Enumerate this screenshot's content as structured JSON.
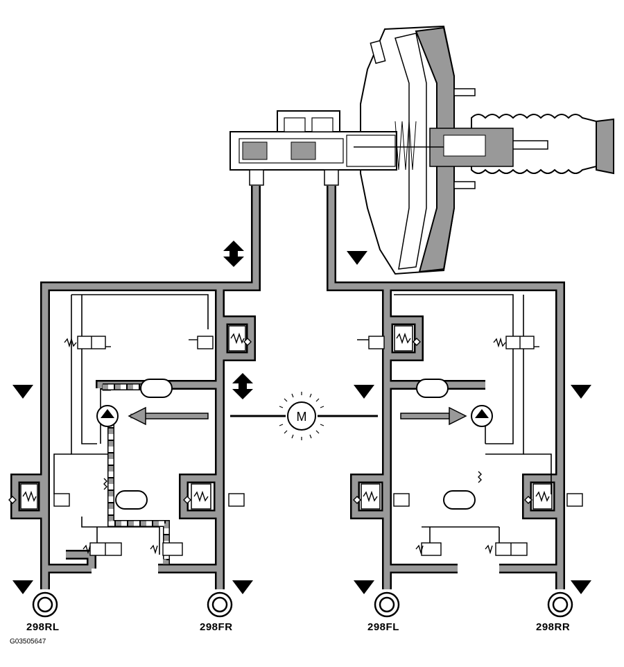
{
  "figure_code": "G03505647",
  "motor_label": "M",
  "wheels": [
    {
      "id": "RL",
      "label": "298RL"
    },
    {
      "id": "FR",
      "label": "298FR"
    },
    {
      "id": "FL",
      "label": "298FL"
    },
    {
      "id": "RR",
      "label": "298RR"
    }
  ],
  "colors": {
    "pipe": "#999999",
    "outline": "#000000",
    "background": "#ffffff"
  }
}
